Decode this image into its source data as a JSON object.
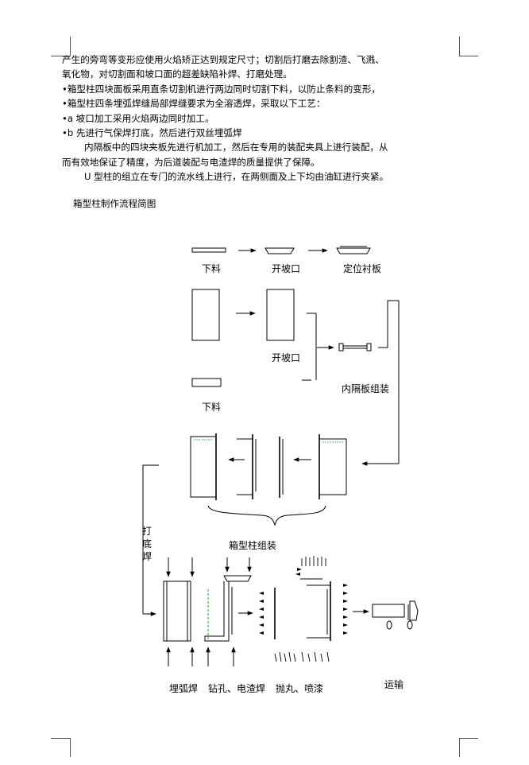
{
  "text": {
    "line1": "产生的旁弯等变形应使用火焰矫正达到规定尺寸；切割后打磨去除割渣、飞溅、",
    "line2": "氧化物，对切割面和坡口面的超差缺陷补焊、打磨处理。",
    "line3": "•箱型柱四块面板采用直条切割机进行两边同时切割下料，以防止条料的变形，",
    "line4": "•箱型柱四条埋弧焊缝局部焊缝要求为全溶透焊，采取以下工艺：",
    "line5": "•a  坡口加工采用火焰两边同时加工。",
    "line6": "•b  先进行气保焊打底，然后进行双丝埋弧焊",
    "line7": "内隔板中的四块夹板先进行机加工，然后在专用的装配夹具上进行装配，从",
    "line8": "而有效地保证了精度，为后道装配与电渣焊的质量提供了保障。",
    "line9": "U 型柱的组立在专门的流水线上进行，在两侧面及上下均由油缸进行夹紧。"
  },
  "flow": {
    "title": "箱型柱制作流程简图",
    "xialiao1": "下料",
    "kaipokou1": "开坡口",
    "dingwei": "定位衬板",
    "kaipokou2": "开坡口",
    "neigeban": "内隔板组装",
    "xialiao2": "下料",
    "dadihan": "打底焊",
    "xiangxingzhu": "箱型柱组装",
    "maihuhan": "埋弧焊",
    "zuankong": "钻孔、电渣焊",
    "paowan": "抛丸、喷漆",
    "yunshu": "运输"
  }
}
